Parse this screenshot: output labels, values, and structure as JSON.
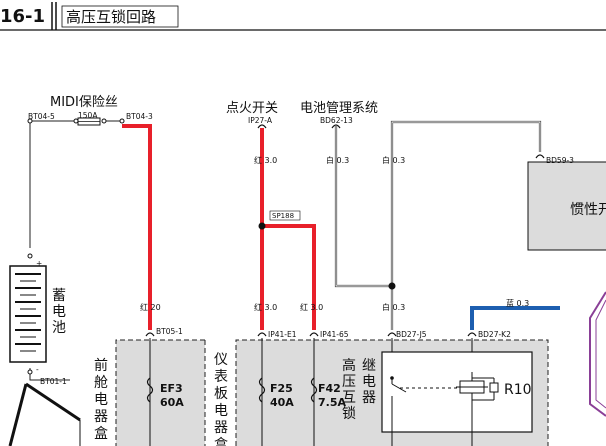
{
  "header": {
    "page_number": "16-1",
    "section_title": "高压互锁回路"
  },
  "components": {
    "midi_fuse_title": "MIDI保险丝",
    "ignition_switch": "点火开关",
    "bms": "电池管理系统",
    "battery": "蓄电池",
    "battery_plus": "+",
    "battery_minus": "-",
    "front_box": "前舱电器盒",
    "ip_box": "仪表板电器盒",
    "interlock_relay": "高压互锁继电器",
    "relay_id": "R10",
    "inertia": "惯性开"
  },
  "connectors": {
    "bt04_5": "BT04-5",
    "bt04_3": "BT04-3",
    "midi_rating": "150A",
    "bt05_1": "BT05-1",
    "bt01_1": "BT01-1",
    "ip27_a": "IP27-A",
    "bd62_13": "BD62-13",
    "bd59_3": "BD59-3",
    "ip41_e1": "IP41-E1",
    "ip41_65": "IP41-65",
    "bd27_j5": "BD27-J5",
    "bd27_k2": "BD27-K2",
    "splice": "SP188"
  },
  "wires": {
    "red_20": "红 20",
    "red_30_a": "红 3.0",
    "red_30_b": "红 3.0",
    "red_30_c": "红 3.0",
    "white_03_a": "白 0.3",
    "white_03_b": "白 0.3",
    "white_03_c": "白 0.3",
    "blue_03": "蓝 0.3"
  },
  "fuses": {
    "ef3_id": "EF3",
    "ef3_rating": "60A",
    "f25_id": "F25",
    "f25_rating": "40A",
    "f42_id": "F42",
    "f42_rating": "7.5A"
  },
  "colors": {
    "red_wire": "#e8202a",
    "blue_wire": "#1d5fb0",
    "purple": "#8a3f97"
  }
}
